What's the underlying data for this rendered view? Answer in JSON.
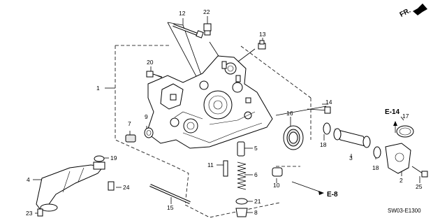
{
  "diagram": {
    "callouts": [
      "1",
      "2",
      "3",
      "4",
      "5",
      "6",
      "7",
      "8",
      "9",
      "10",
      "11",
      "12",
      "13",
      "14",
      "15",
      "16",
      "17",
      "18",
      "18",
      "19",
      "20",
      "21",
      "22",
      "23",
      "24",
      "25"
    ],
    "refs": [
      "E-14",
      "E-8"
    ],
    "orientation_label": "FR.",
    "code": "SW03-E1300"
  }
}
